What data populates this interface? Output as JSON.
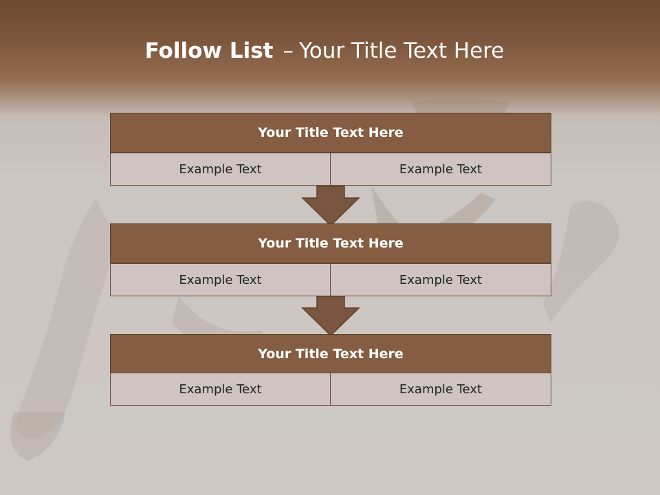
{
  "slide": {
    "title_bold": "Follow List",
    "title_rest": "Your Title Text Here",
    "title_dash": "–"
  },
  "blocks": [
    {
      "title": "Your Title Text Here",
      "left": "Example Text",
      "right": "Example Text"
    },
    {
      "title": "Your Title Text Here",
      "left": "Example Text",
      "right": "Example Text"
    },
    {
      "title": "Your Title Text Here",
      "left": "Example Text",
      "right": "Example Text"
    }
  ],
  "colors": {
    "header_band": "#7d573c",
    "block_header": "#845d42",
    "cell_fill": "#cfc4c1",
    "arrow": "#7a5540",
    "background": "#cdc8c4"
  },
  "icons": [
    "down-arrow-icon"
  ]
}
